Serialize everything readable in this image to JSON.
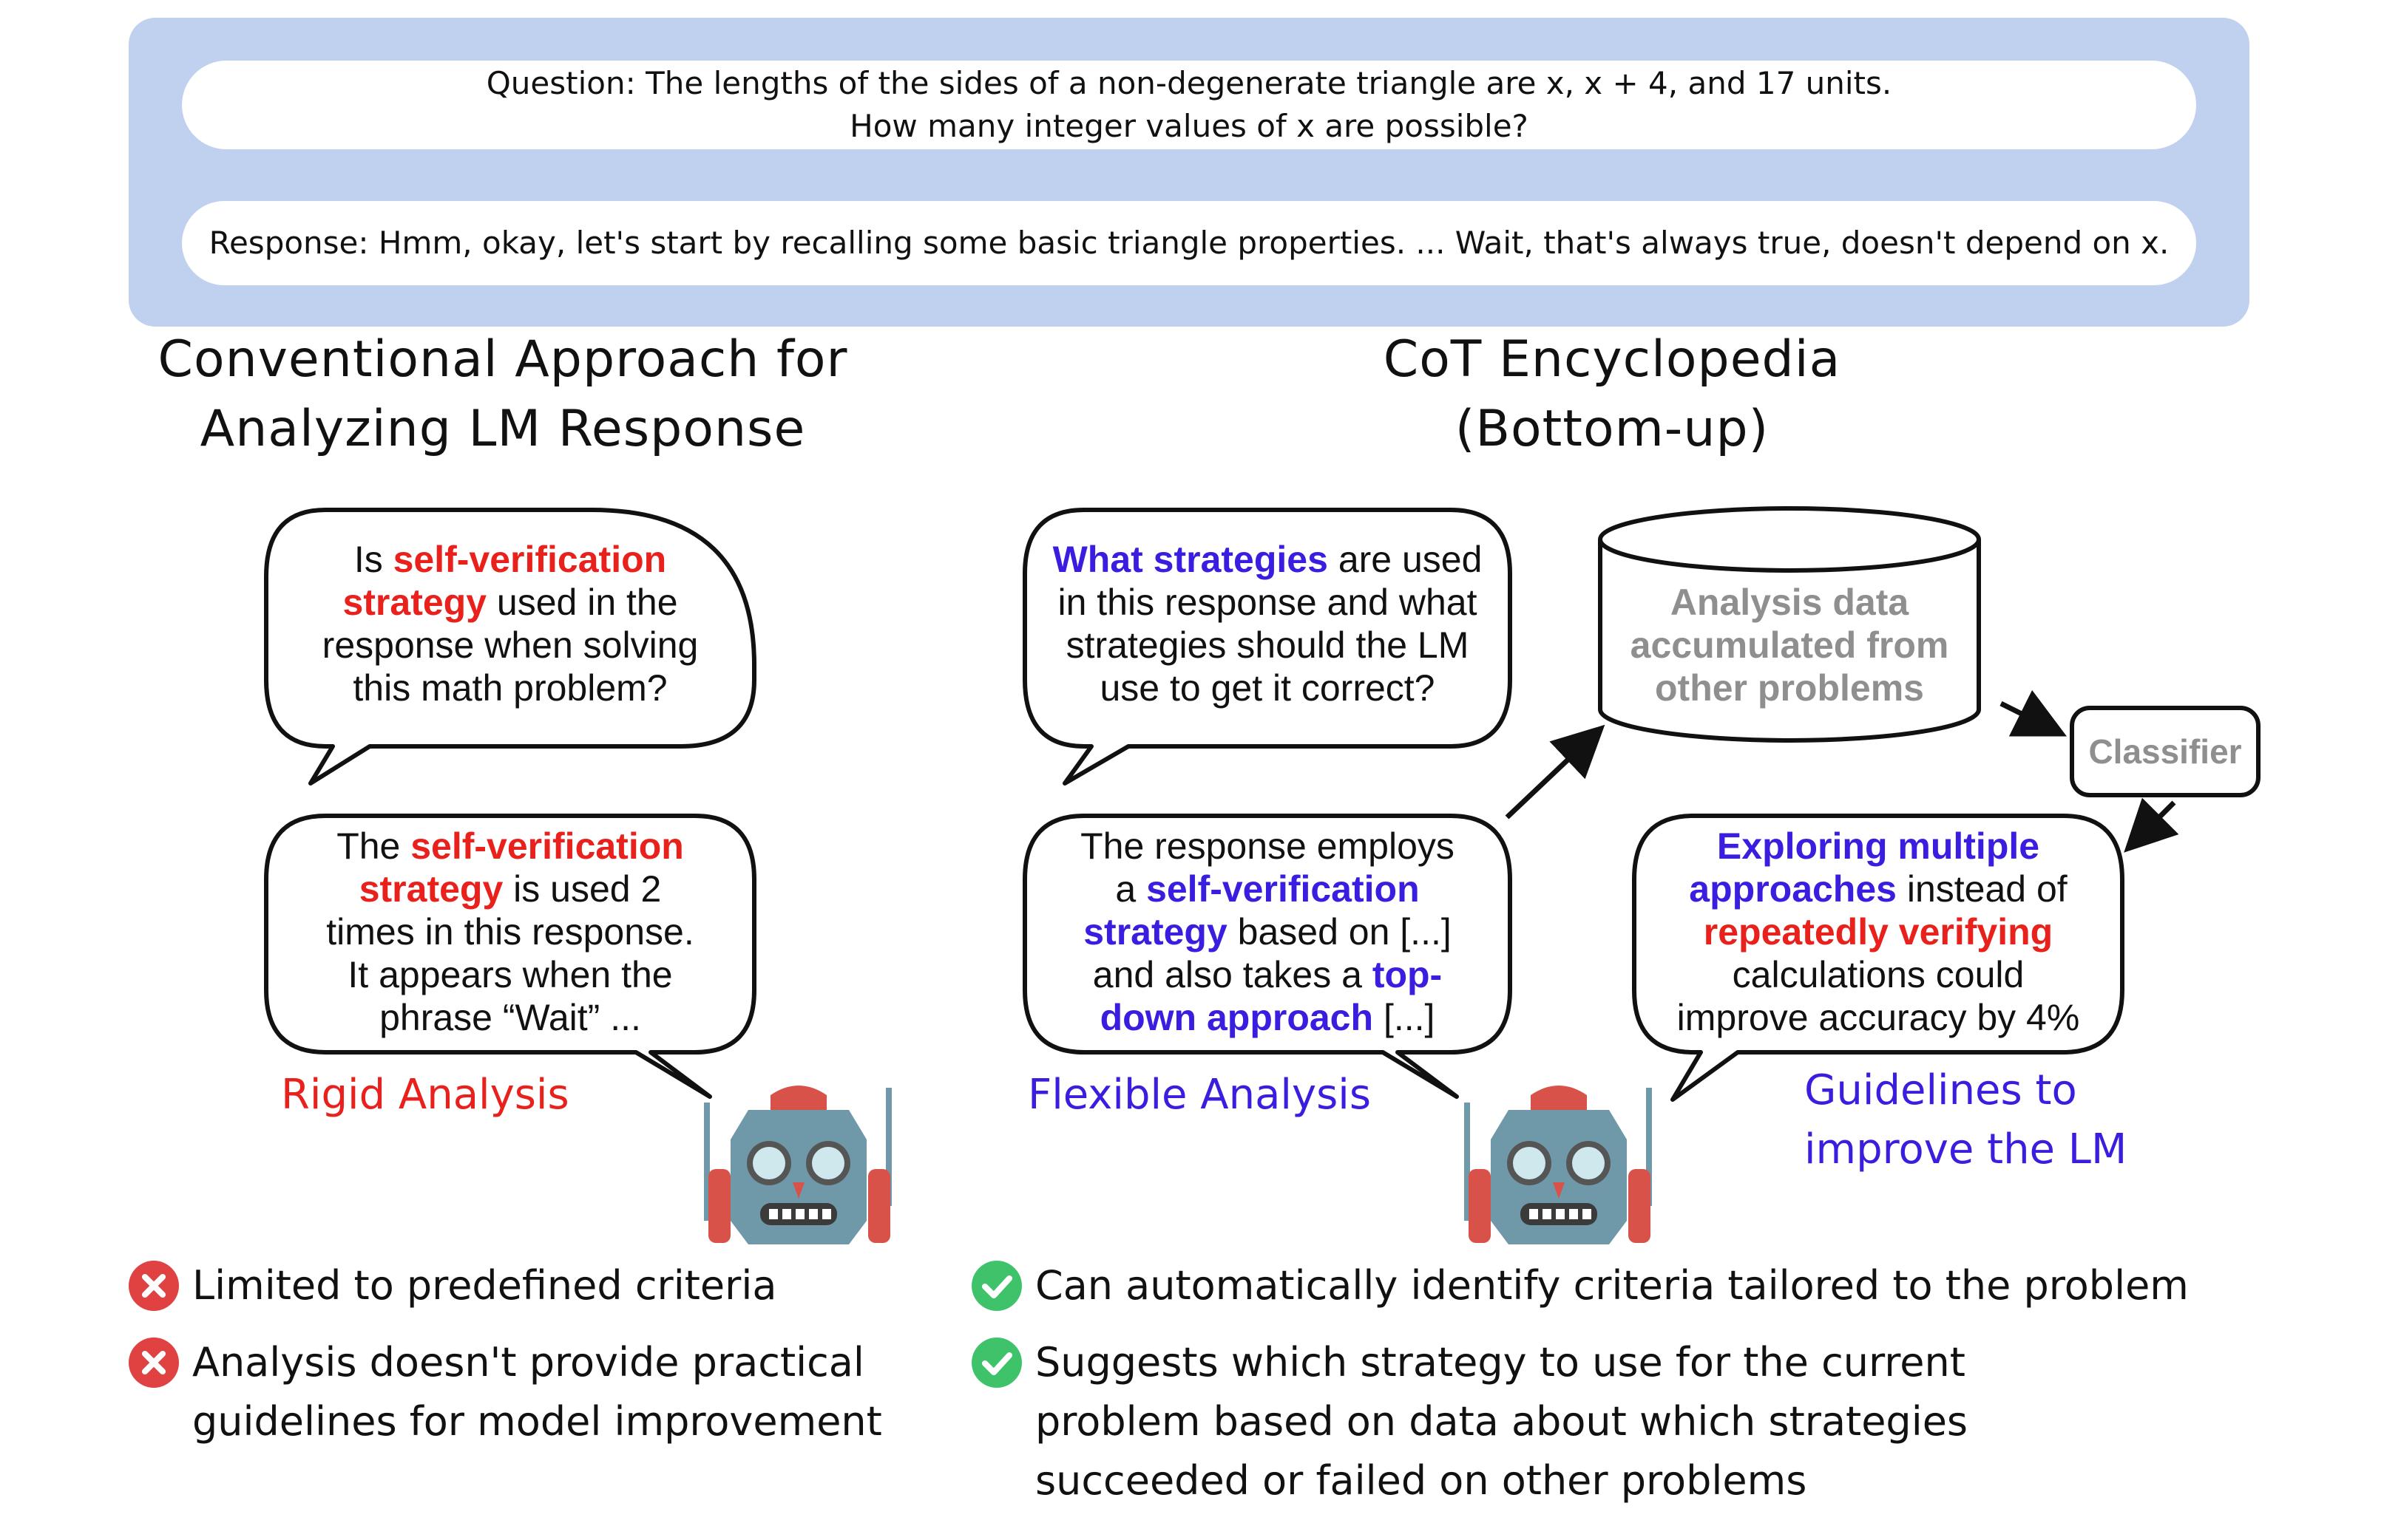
{
  "top": {
    "question_line1": "Question: The lengths of the sides of a non-degenerate triangle are x, x + 4, and 17 units.",
    "question_line2": "How many integer values of x are possible?",
    "response": "Response: Hmm, okay, let's start by recalling some basic triangle properties. ... Wait, that's always true, doesn't depend on x."
  },
  "left": {
    "title_line1": "Conventional Approach for",
    "title_line2": "Analyzing LM Response",
    "question_bubble": {
      "l1a": "Is ",
      "l1b": "self-verification",
      "l2a": "strategy",
      "l2b": " used in the",
      "l3": "response when solving",
      "l4": "this math problem?"
    },
    "answer_bubble": {
      "l1a": "The ",
      "l1b": "self-verification",
      "l2a": "strategy",
      "l2b": " is used 2",
      "l3": "times in this response.",
      "l4": "It appears when the",
      "l5": "phrase “Wait” ..."
    },
    "label": "Rigid Analysis",
    "bullets": [
      "Limited to predefined criteria",
      "Analysis doesn't provide practical",
      "guidelines for model improvement"
    ]
  },
  "right": {
    "title_line1": "CoT Encyclopedia",
    "title_line2": "(Bottom-up)",
    "question_bubble": {
      "l1a": "What strategies",
      "l1b": " are used",
      "l2": "in this response and what",
      "l3": "strategies should the LM",
      "l4": "use to get it correct?"
    },
    "answer_bubble": {
      "l1": "The response employs",
      "l2a": "a ",
      "l2b": "self-verification",
      "l3a": "strategy",
      "l3b": " based on [...]",
      "l4a": "and also takes a ",
      "l4b": "top-",
      "l5a": "down approach",
      "l5b": " [...]"
    },
    "database": [
      "Analysis data",
      "accumulated from",
      "other problems"
    ],
    "classifier": "Classifier",
    "guideline_bubble": {
      "l1": "Exploring multiple",
      "l2a": "approaches",
      "l2b": " instead of",
      "l3": "repeatedly verifying",
      "l4": "calculations could",
      "l5": "improve accuracy by 4%"
    },
    "label_flexible": "Flexible Analysis",
    "label_guidelines_1": "Guidelines to",
    "label_guidelines_2": "improve the LM",
    "bullets": [
      "Can automatically identify criteria tailored to the problem",
      "Suggests which strategy to use for the current",
      "problem based on data about which strategies",
      "succeeded or failed on other problems"
    ]
  },
  "colors": {
    "panel": "#bfd1ee",
    "red": "#e8211c",
    "blue": "#3a1ee0",
    "gray": "#8f8f8f",
    "x_icon": "#e04141",
    "check_icon": "#3fc36a",
    "robot_body": "#6f98a8",
    "robot_accent": "#d9524a"
  },
  "icons": [
    "x-icon",
    "check-icon",
    "robot-icon",
    "database-icon",
    "arrow-icon"
  ]
}
